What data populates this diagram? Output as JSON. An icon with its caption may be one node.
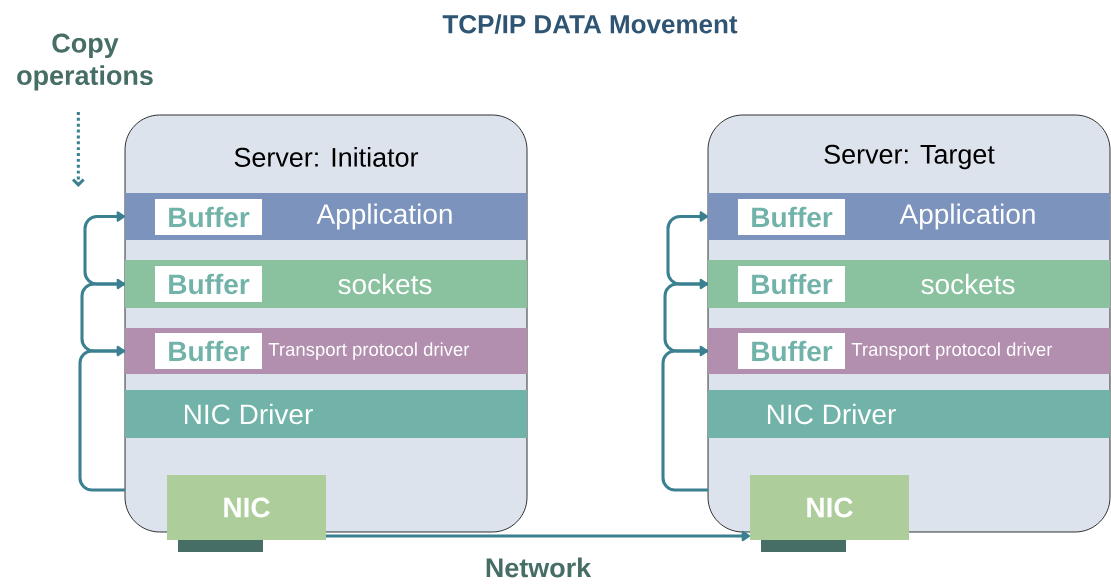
{
  "diagram": {
    "title": "TCP/IP DATA Movement",
    "nodes": [
      {
        "text": [
          "Server: Initiator"
        ]
      },
      {
        "text": [
          "Application"
        ],
        "in": 0
      },
      {
        "text": [
          "Buffer"
        ],
        "in": 1
      },
      {
        "text": [
          "sockets"
        ],
        "in": 0
      },
      {
        "text": [
          "Buffer"
        ],
        "in": 3
      },
      {
        "text": [
          "Transport protocol driver"
        ],
        "in": 0
      },
      {
        "text": [
          "Buffer"
        ],
        "in": 5
      },
      {
        "text": [
          "NIC Driver"
        ],
        "in": 0
      },
      {
        "text": [
          "NIC"
        ]
      },
      {
        "text": [
          "Server: Target"
        ]
      },
      {
        "text": [
          "Application"
        ],
        "in": 9
      },
      {
        "text": [
          "Buffer"
        ],
        "in": 10
      },
      {
        "text": [
          "sockets"
        ],
        "in": 9
      },
      {
        "text": [
          "Buffer"
        ],
        "in": 12
      },
      {
        "text": [
          "Transport protocol driver"
        ],
        "in": 9
      },
      {
        "text": [
          "Buffer"
        ],
        "in": 14
      },
      {
        "text": [
          "NIC Driver"
        ],
        "in": 9
      },
      {
        "text": [
          "NIC"
        ]
      },
      {
        "text": [
          "Copy operations"
        ]
      }
    ],
    "edges": [
      {
        "from": 0,
        "to": 5,
        "arrow": "to"
      },
      {
        "from": 5,
        "to": 3,
        "arrow": "to"
      },
      {
        "from": 3,
        "to": 1,
        "arrow": "to"
      },
      {
        "from": 9,
        "to": 14,
        "arrow": "to"
      },
      {
        "from": 14,
        "to": 12,
        "arrow": "to"
      },
      {
        "from": 12,
        "to": 10,
        "arrow": "to"
      },
      {
        "from": 8,
        "to": 17,
        "arrow": "to",
        "label": "Network"
      },
      {
        "from": 18,
        "to": null,
        "arrow": "to",
        "style": "dashed"
      }
    ]
  }
}
